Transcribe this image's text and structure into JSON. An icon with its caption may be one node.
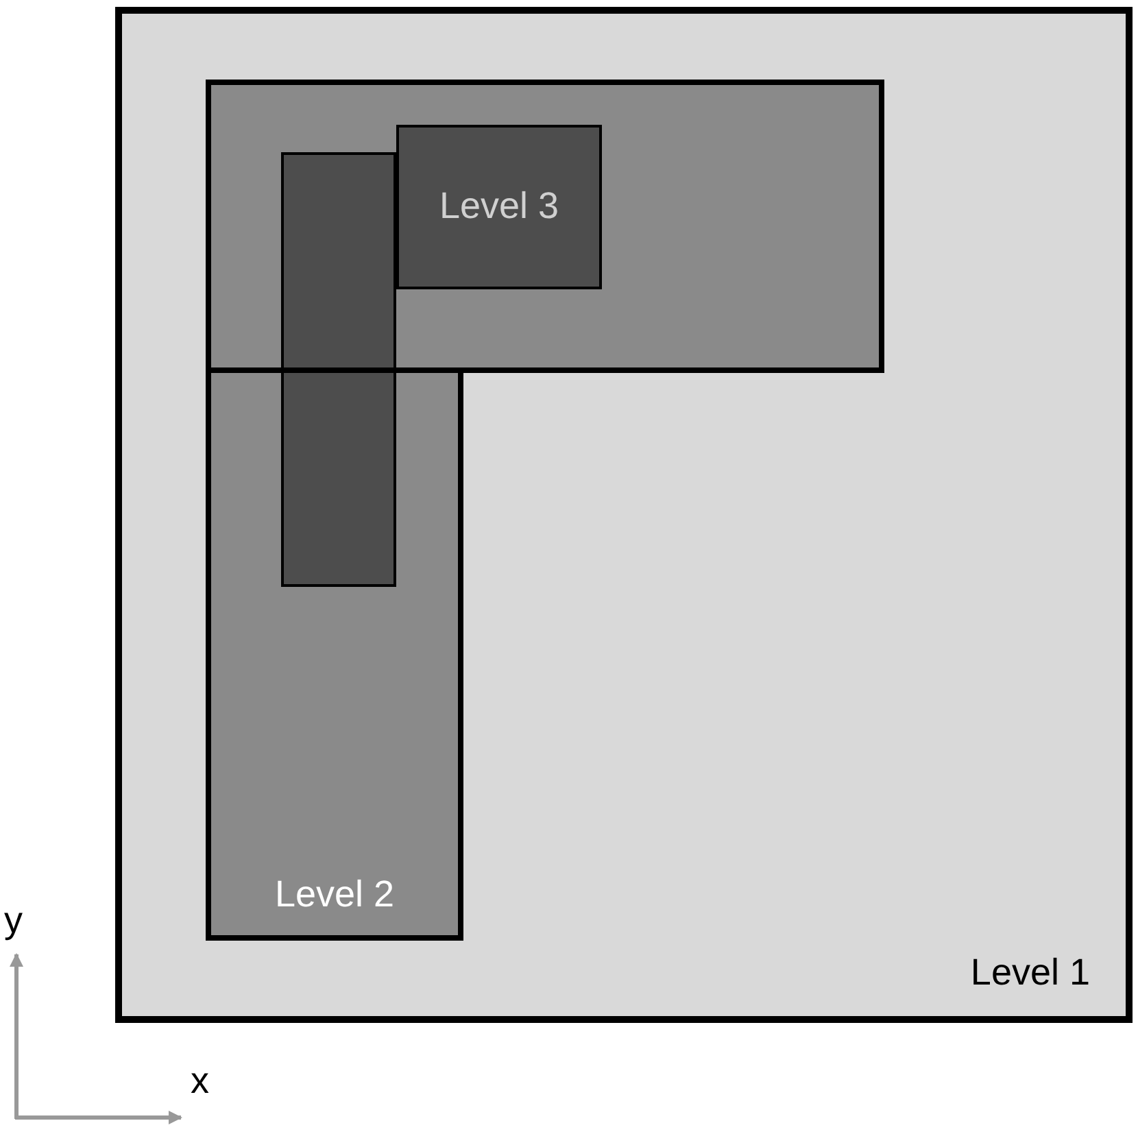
{
  "diagram": {
    "nodes": [
      {
        "text": [
          "Level 1"
        ]
      },
      {
        "text": [],
        "shape": "box",
        "in": 0
      },
      {
        "text": [
          "Level 3"
        ],
        "in": 1
      },
      {
        "text": [],
        "shape": "box",
        "in": 1
      },
      {
        "text": [
          "Level 2"
        ],
        "in": 0
      },
      {
        "text": [],
        "shape": "box",
        "in": 4
      }
    ],
    "edges": [],
    "labels": [
      "y",
      "x"
    ]
  }
}
